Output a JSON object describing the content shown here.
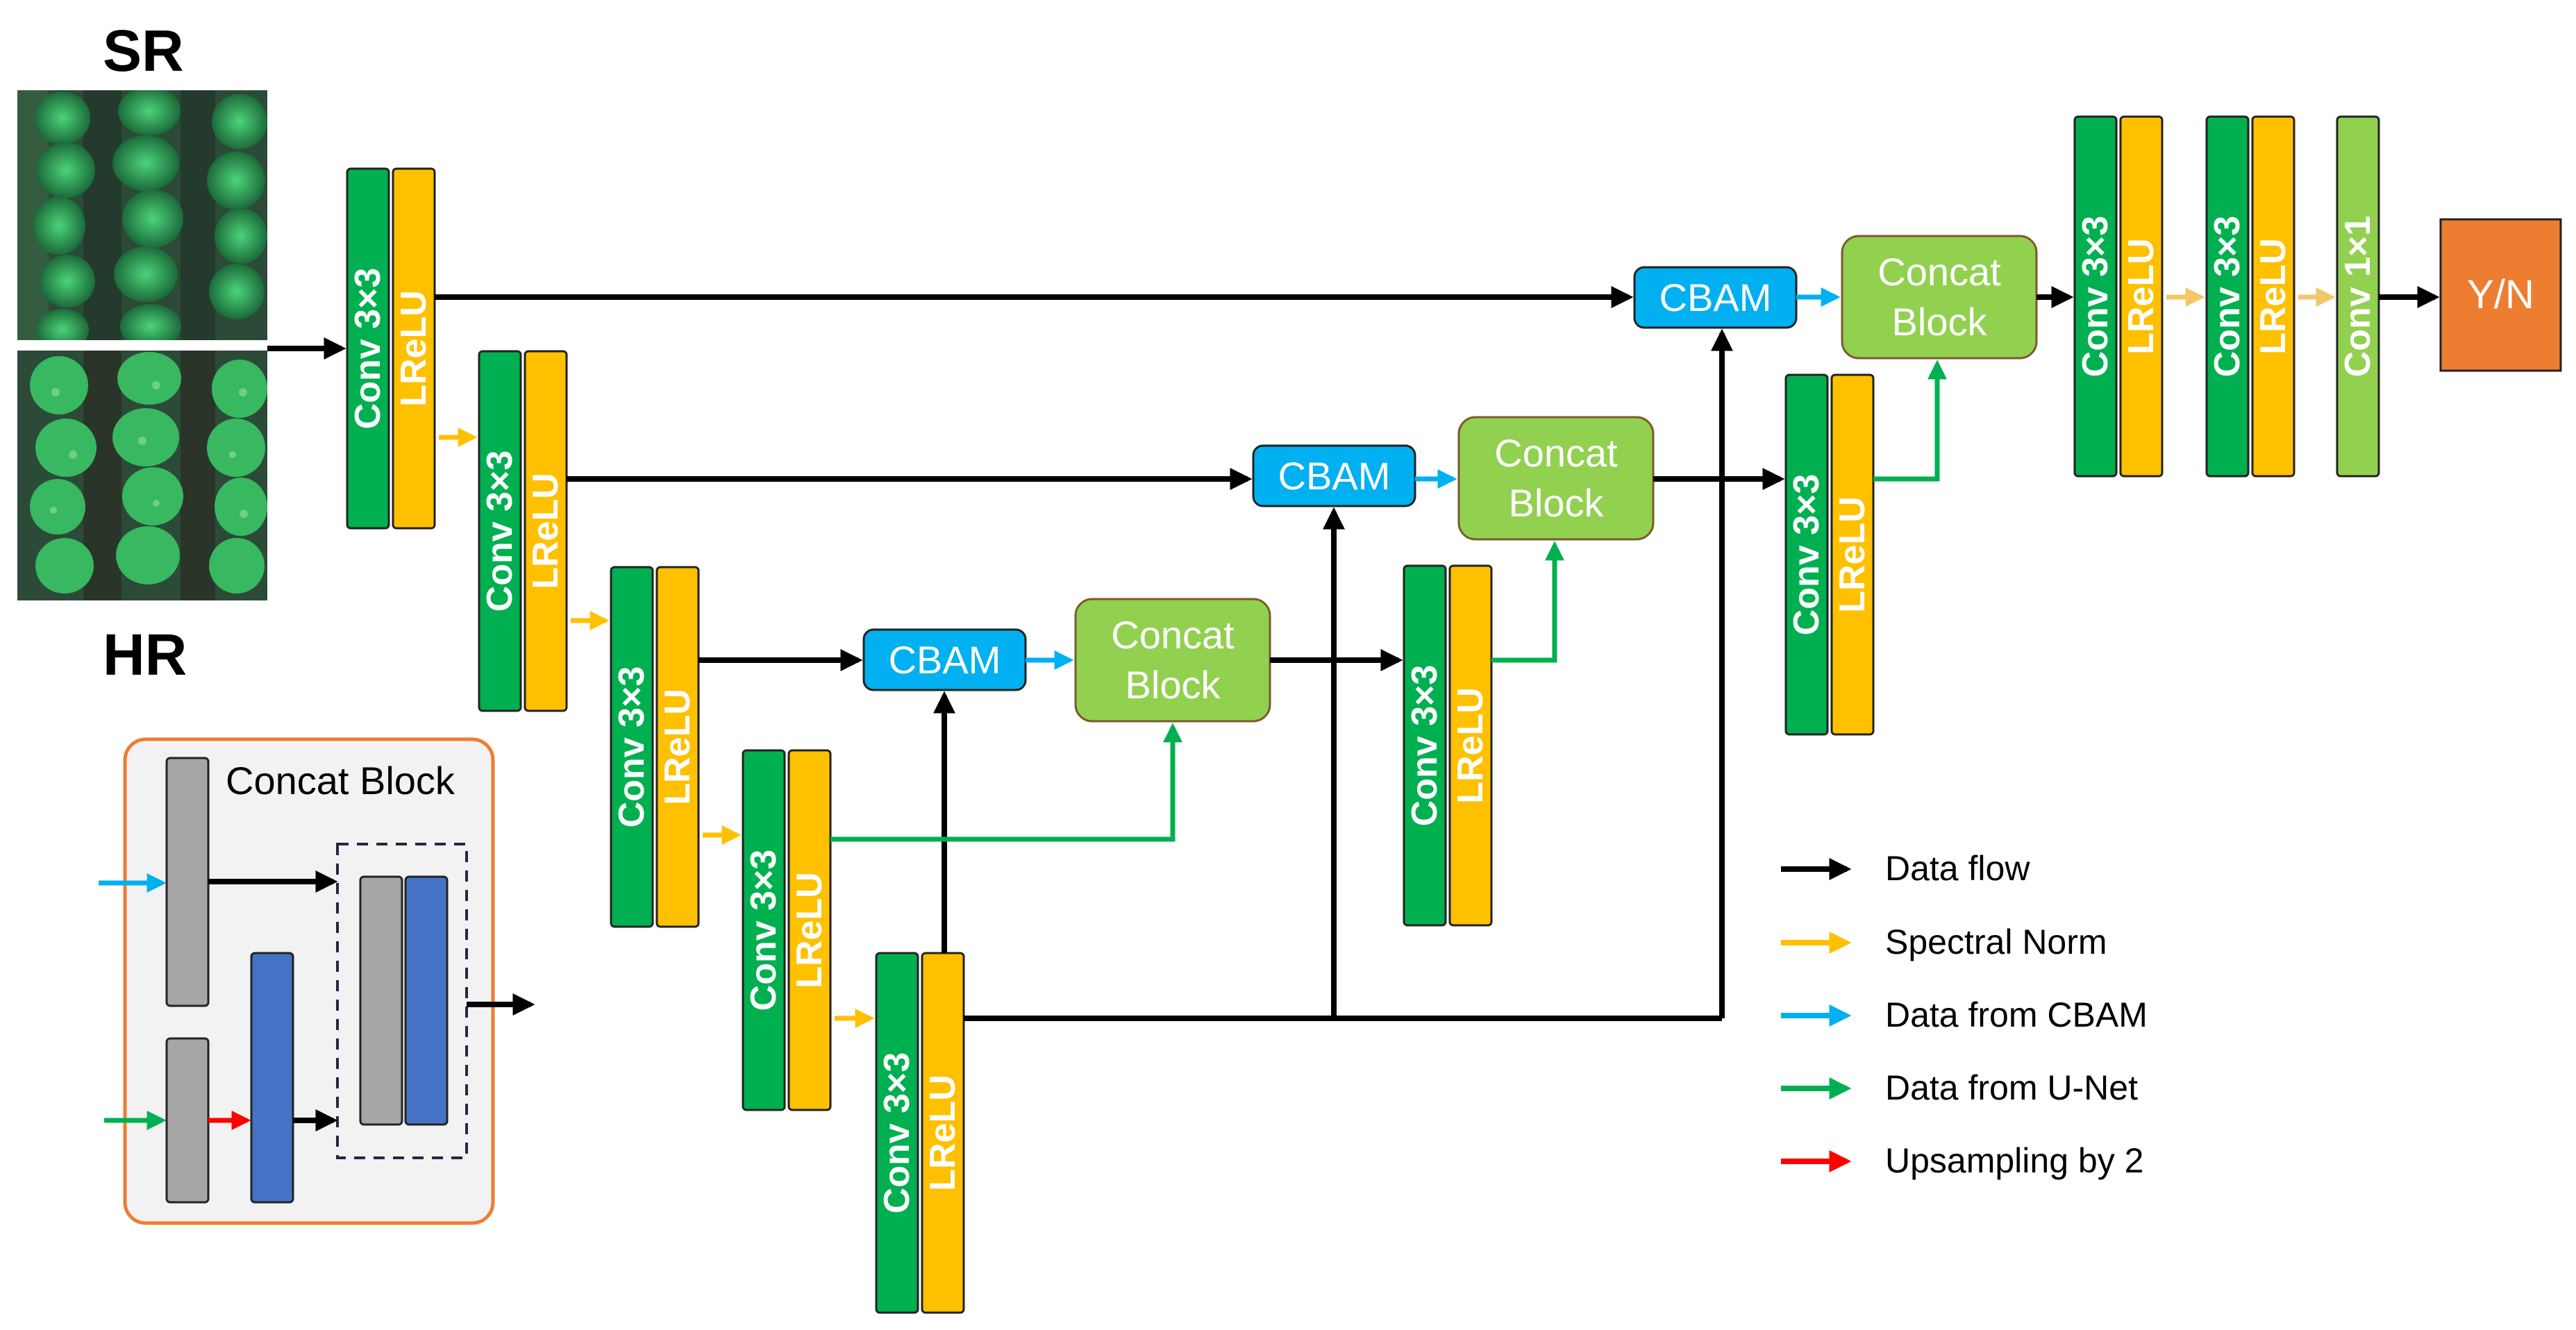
{
  "inputs": {
    "top_label": "SR",
    "bottom_label": "HR"
  },
  "encoder": [
    {
      "conv": "Conv 3×3",
      "act": "LReLU"
    },
    {
      "conv": "Conv 3×3",
      "act": "LReLU"
    },
    {
      "conv": "Conv 3×3",
      "act": "LReLU"
    },
    {
      "conv": "Conv 3×3",
      "act": "LReLU"
    },
    {
      "conv": "Conv 3×3",
      "act": "LReLU"
    }
  ],
  "decoder": [
    {
      "conv": "Conv 3×3",
      "act": "LReLU"
    },
    {
      "conv": "Conv 3×3",
      "act": "LReLU"
    }
  ],
  "head": [
    {
      "conv": "Conv 3×3",
      "act": "LReLU"
    },
    {
      "conv": "Conv 3×3",
      "act": "LReLU"
    },
    {
      "conv": "Conv 1×1"
    }
  ],
  "cbam_label": "CBAM",
  "concat_line1": "Concat",
  "concat_line2": "Block",
  "output_label": "Y/N",
  "inset_title": "Concat Block",
  "legend": [
    {
      "label": "Data flow",
      "color": "#000000"
    },
    {
      "label": "Spectral Norm",
      "color": "#FFC000"
    },
    {
      "label": "Data from CBAM",
      "color": "#00B0F0"
    },
    {
      "label": "Data from U-Net",
      "color": "#00B050"
    },
    {
      "label": "Upsampling by 2",
      "color": "#FF0000"
    }
  ],
  "colors": {
    "conv_green": "#00B050",
    "lrelu_yellow": "#FFC000",
    "conv1x1_green": "#92D050",
    "cbam_blue": "#00B0F0",
    "concat_green": "#92D050",
    "output_orange": "#ED7D31",
    "inset_gray": "#A6A6A6",
    "inset_blue": "#4472C4"
  }
}
